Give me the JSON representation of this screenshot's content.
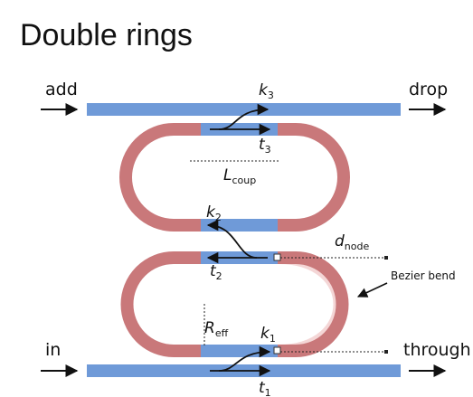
{
  "title": "Double rings",
  "ports": {
    "add": "add",
    "drop": "drop",
    "in": "in",
    "through": "through"
  },
  "labels": {
    "k3": {
      "base": "k",
      "sub": "3"
    },
    "t3": {
      "base": "t",
      "sub": "3"
    },
    "l_coup": {
      "base": "L",
      "sub": "coup"
    },
    "k2": {
      "base": "k",
      "sub": "2"
    },
    "t2": {
      "base": "t",
      "sub": "2"
    },
    "d_node": {
      "base": "d",
      "sub": "node"
    },
    "r_eff": {
      "base": "R",
      "sub": "eff"
    },
    "k1": {
      "base": "k",
      "sub": "1"
    },
    "t1": {
      "base": "t",
      "sub": "1"
    },
    "bezier_bend": "Bezier bend"
  },
  "colors": {
    "waveguide_straight": "#6f9ad8",
    "ring_bend": "#c9787a",
    "ghost_bend": "#f3d1d2",
    "arrow": "#111111"
  }
}
